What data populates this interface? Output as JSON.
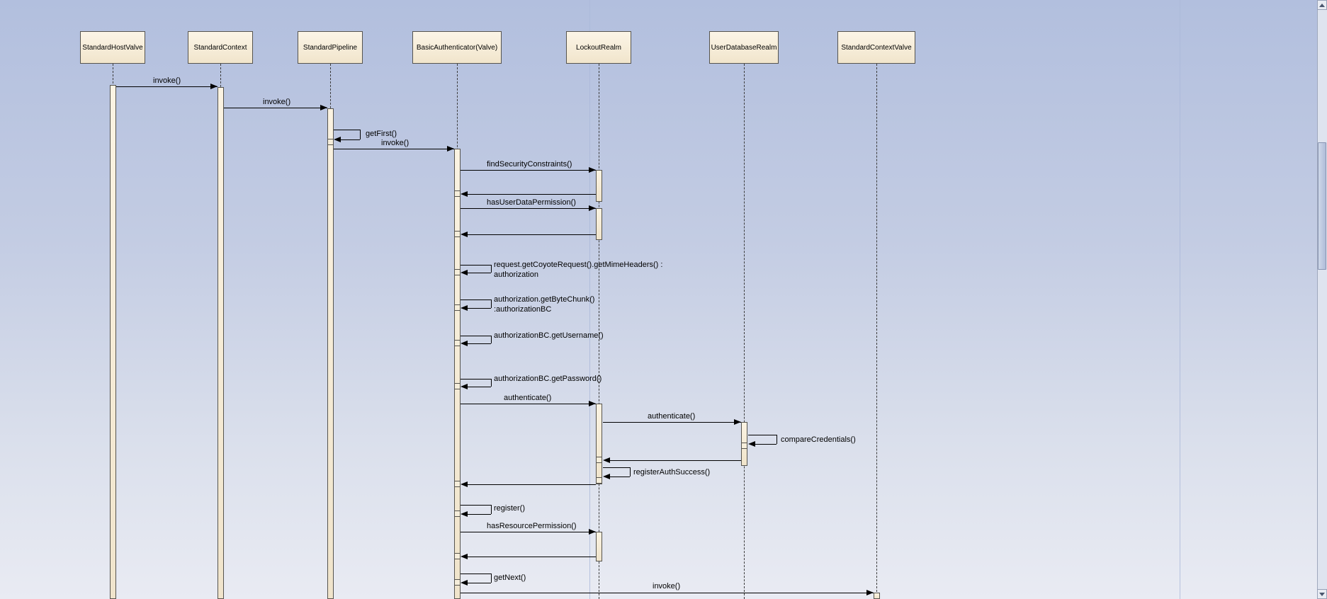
{
  "diagram": {
    "actors": [
      {
        "label": "StandardHostValve"
      },
      {
        "label": "StandardContext"
      },
      {
        "label": "StandardPipeline"
      },
      {
        "label": "BasicAuthenticator(Valve)"
      },
      {
        "label": "LockoutRealm"
      },
      {
        "label": "UserDatabaseRealm"
      },
      {
        "label": "StandardContextValve"
      }
    ],
    "messages": {
      "invoke1": "invoke()",
      "invoke2": "invoke()",
      "get_first": "getFirst()",
      "invoke3": "invoke()",
      "find_security_constraints": "findSecurityConstraints()",
      "has_user_data_permission": "hasUserDataPermission()",
      "get_mime_headers": "request.getCoyoteRequest().getMimeHeaders() : authorization",
      "get_byte_chunk": "authorization.getByteChunk() :authorizationBC",
      "get_username": "authorizationBC.getUsername()",
      "get_password": "authorizationBC.getPassword()",
      "authenticate1": "authenticate()",
      "authenticate2": "authenticate()",
      "compare_credentials": "compareCredentials()",
      "register_auth_success": "registerAuthSuccess()",
      "register": "register()",
      "has_resource_permission": "hasResourcePermission()",
      "get_next": "getNext()",
      "invoke4": "invoke()"
    }
  }
}
